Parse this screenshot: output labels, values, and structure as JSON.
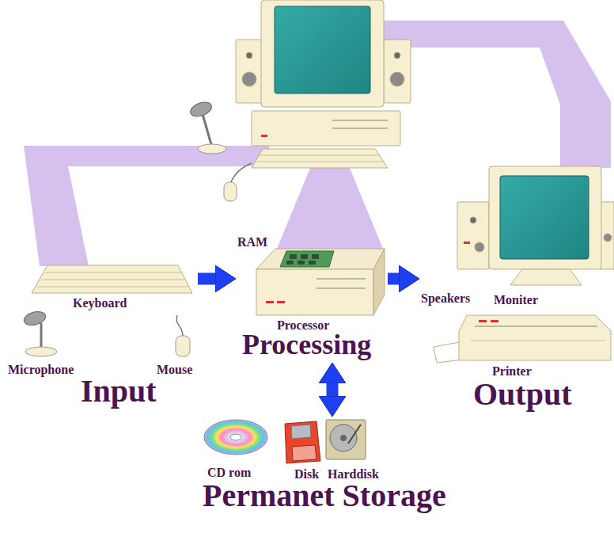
{
  "diagram": {
    "nodes": [
      {
        "text": [
          "Keyboard",
          "Microphone",
          "Mouse",
          "Input"
        ]
      },
      {
        "text": [
          "RAM",
          "Processor",
          "Processing"
        ]
      },
      {
        "text": [
          "Speakers",
          "Moniter",
          "Printer",
          "Output"
        ]
      },
      {
        "text": [
          "CD rom",
          "Disk",
          "Harddisk",
          "Permanet Storage"
        ]
      }
    ],
    "edges": [
      {
        "from": 0,
        "to": 1,
        "arrow": "to"
      },
      {
        "from": 1,
        "to": 2,
        "arrow": "to"
      },
      {
        "from": 1,
        "to": 3,
        "arrow": "both"
      }
    ]
  }
}
